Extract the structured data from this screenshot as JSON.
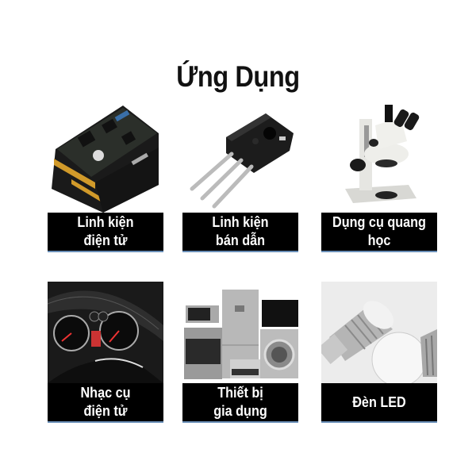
{
  "title": "Ứng Dụng",
  "colors": {
    "label_bg": "#000000",
    "label_text": "#ffffff",
    "label_underline": "#6a8fb8",
    "title": "#111111",
    "background": "#ffffff"
  },
  "items": [
    {
      "id": "electronic-components",
      "icon": "circuit-board-icon",
      "label_lines": [
        "Linh kiện",
        "điện tử"
      ]
    },
    {
      "id": "semiconductor-components",
      "icon": "transistor-icon",
      "label_lines": [
        "Linh kiện",
        "bán dẫn"
      ]
    },
    {
      "id": "optical-instruments",
      "icon": "microscope-icon",
      "label_lines": [
        "Dụng cụ quang",
        "học"
      ]
    },
    {
      "id": "electronic-instruments",
      "icon": "dashboard-gauge-icon",
      "label_lines": [
        "Nhạc cụ",
        "điện tử"
      ]
    },
    {
      "id": "home-appliances",
      "icon": "appliances-icon",
      "label_lines": [
        "Thiết bị",
        "gia dụng"
      ]
    },
    {
      "id": "led-lights",
      "icon": "led-bulb-icon",
      "label_lines": [
        "Đèn LED"
      ]
    }
  ]
}
